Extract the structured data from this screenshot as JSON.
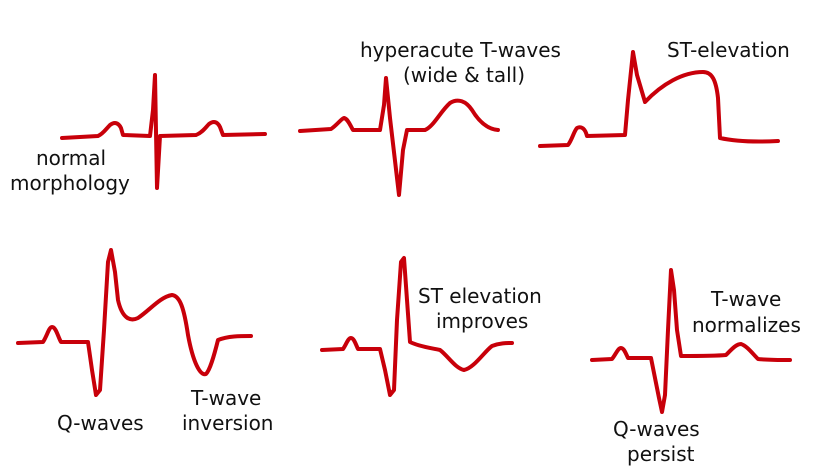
{
  "colors": {
    "trace": "#c8000a",
    "text": "#111111",
    "background": "#ffffff"
  },
  "panels": [
    {
      "id": "normal",
      "label_lines": [
        "normal",
        "morphology"
      ]
    },
    {
      "id": "hyperacute",
      "label_lines": [
        "hyperacute T-waves",
        "(wide & tall)"
      ]
    },
    {
      "id": "st-elevation",
      "label_lines": [
        "ST-elevation"
      ]
    },
    {
      "id": "q-waves-t-inversion",
      "label_lines": [
        "Q-waves"
      ],
      "secondary_label_lines": [
        "T-wave",
        "inversion"
      ]
    },
    {
      "id": "st-improves",
      "label_lines": [
        "ST elevation",
        "improves"
      ]
    },
    {
      "id": "t-normalizes",
      "label_lines": [
        "T-wave",
        "normalizes"
      ],
      "secondary_label_lines": [
        "Q-waves",
        "persist"
      ]
    }
  ]
}
